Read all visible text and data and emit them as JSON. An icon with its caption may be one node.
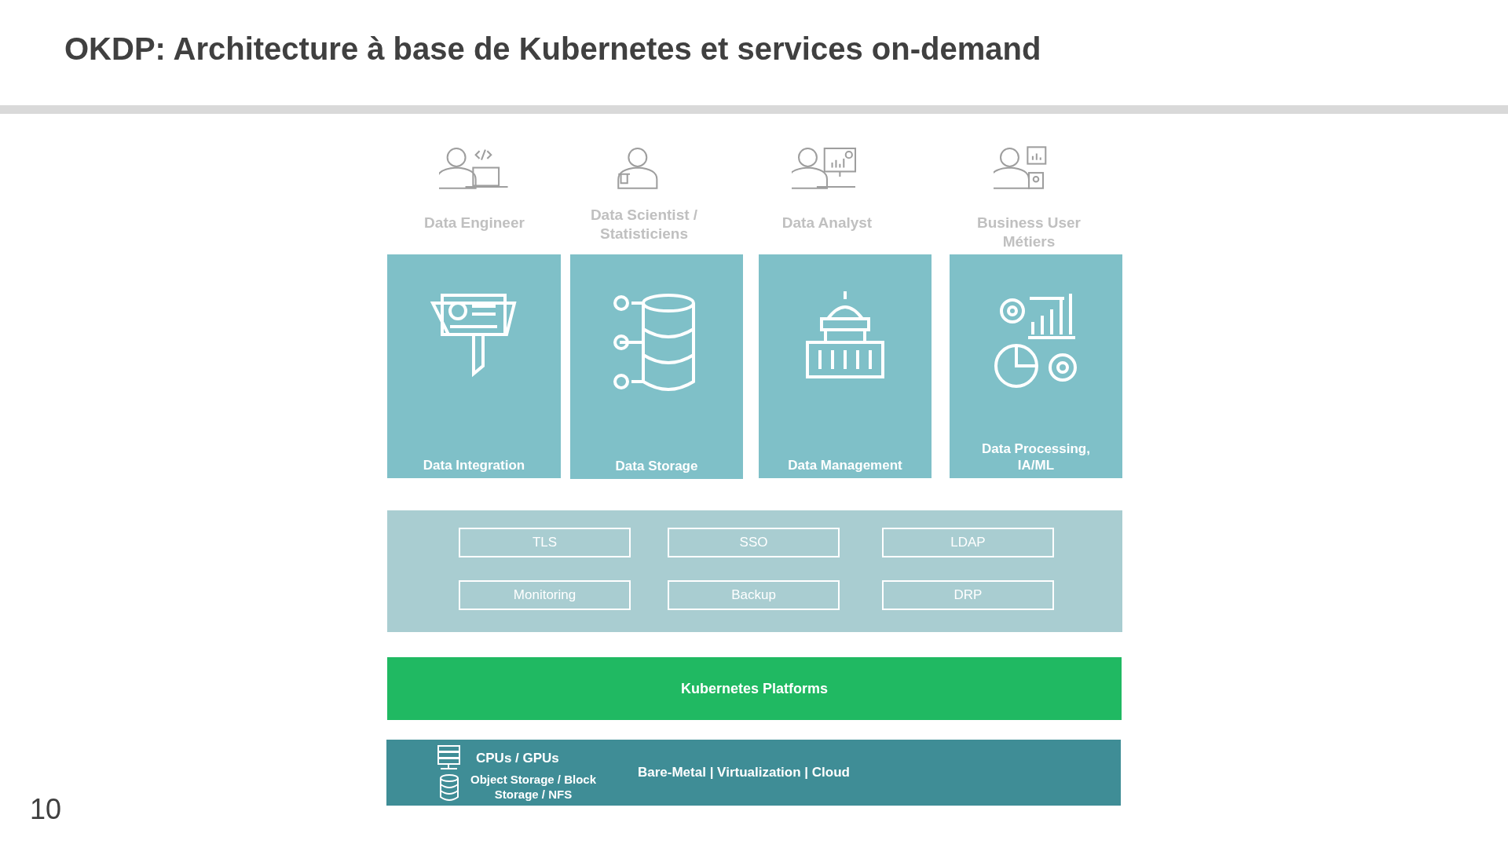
{
  "diagram": {
    "title": "OKDP: Architecture à base de Kubernetes et services on-demand",
    "nodes": [
      {
        "text": [
          "Data Integration"
        ]
      },
      {
        "text": [
          "Data Storage"
        ]
      },
      {
        "text": [
          "Data Management"
        ]
      },
      {
        "text": [
          "Data Processing, IA/ML"
        ]
      },
      {
        "text": [],
        "shape": "box"
      },
      {
        "text": [
          "TLS"
        ],
        "in": 4
      },
      {
        "text": [
          "SSO"
        ],
        "in": 4
      },
      {
        "text": [
          "LDAP"
        ],
        "in": 4
      },
      {
        "text": [
          "Monitoring"
        ],
        "in": 4
      },
      {
        "text": [
          "Backup"
        ],
        "in": 4
      },
      {
        "text": [
          "DRP"
        ],
        "in": 4
      },
      {
        "text": [
          "Kubernetes Platforms"
        ]
      },
      {
        "text": [
          "CPUs / GPUs",
          "Object Storage / Block Storage / NFS",
          "Bare-Metal | Virtualization | Cloud"
        ]
      }
    ],
    "edges": [],
    "labels": [
      "Data Engineer",
      "Data Scientist / Statisticiens",
      "Data Analyst",
      "Business User Métiers",
      "10"
    ]
  }
}
